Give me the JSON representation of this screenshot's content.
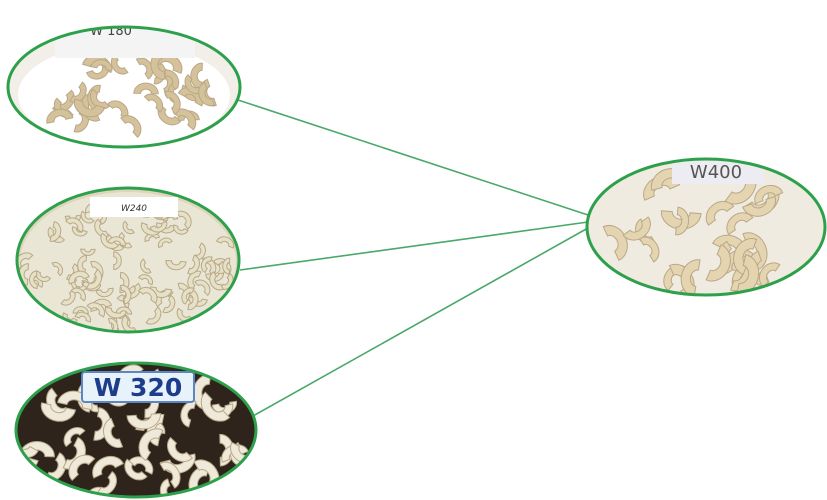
{
  "diagram": {
    "nodes": [
      {
        "id": "w180",
        "label": "W 180",
        "plate_color": "#ffffff",
        "nut_color": "#d6c29a",
        "bg_color": "#f2efe8",
        "label_bg": "#f4f4f4",
        "label_color": "#444444"
      },
      {
        "id": "w240",
        "label": "W240",
        "plate_color": "#eae6d6",
        "nut_color": "#e6e0c6",
        "bg_color": "#ddd6bc",
        "label_bg": "#ffffff",
        "label_color": "#333333"
      },
      {
        "id": "w320",
        "label": "W 320",
        "plate_color": "#3a2e24",
        "nut_color": "#efe9da",
        "bg_color": "#2e241b",
        "label_bg": "#e8f2fb",
        "label_color": "#1d3d8a"
      },
      {
        "id": "w400",
        "label": "W400",
        "plate_color": "#f3efe6",
        "nut_color": "#e4d4b0",
        "bg_color": "#f0ebe0",
        "label_bg": "#ececf2",
        "label_color": "#555555"
      }
    ],
    "edges": [
      {
        "from": "w180",
        "to": "w400"
      },
      {
        "from": "w240",
        "to": "w400"
      },
      {
        "from": "w320",
        "to": "w400"
      }
    ],
    "colors": {
      "ring": "#2ea04c",
      "edge": "#4aa86a"
    }
  }
}
